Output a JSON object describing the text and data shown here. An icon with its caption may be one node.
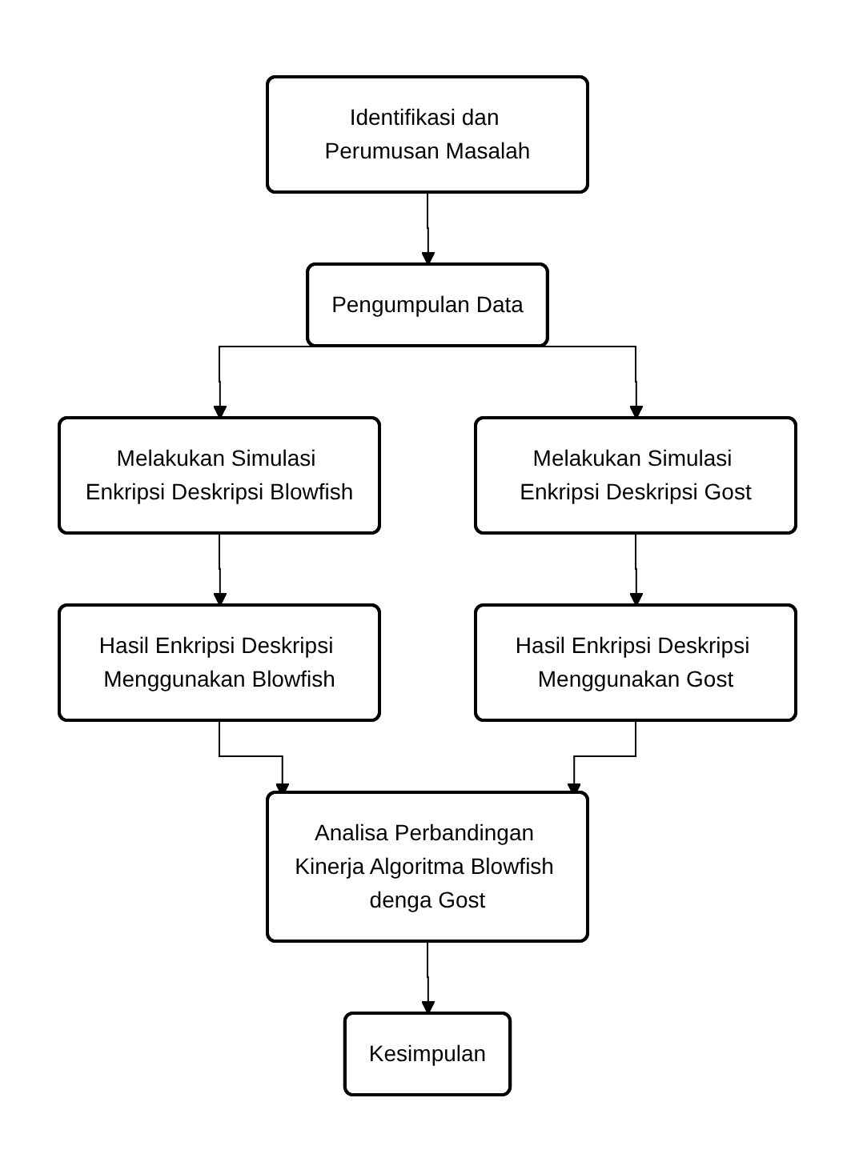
{
  "diagram": {
    "nodes": [
      {
        "text": [
          "Identifikasi dan Perumusan Masalah"
        ]
      },
      {
        "text": [
          "Pengumpulan Data"
        ]
      },
      {
        "text": [
          "Melakukan Simulasi Enkripsi Deskripsi Blowfish"
        ]
      },
      {
        "text": [
          "Melakukan Simulasi Enkripsi Deskripsi Gost"
        ]
      },
      {
        "text": [
          "Hasil Enkripsi Deskripsi Menggunakan Blowfish"
        ]
      },
      {
        "text": [
          "Hasil Enkripsi Deskripsi Menggunakan Gost"
        ]
      },
      {
        "text": [
          "Analisa Perbandingan Kinerja Algoritma Blowfish denga Gost"
        ]
      },
      {
        "text": [
          "Kesimpulan"
        ]
      }
    ],
    "edges": [
      {
        "from": 0,
        "to": 1,
        "arrow": "to"
      },
      {
        "from": 1,
        "to": 2,
        "arrow": "to"
      },
      {
        "from": 1,
        "to": 3,
        "arrow": "to"
      },
      {
        "from": 2,
        "to": 4,
        "arrow": "to"
      },
      {
        "from": 3,
        "to": 5,
        "arrow": "to"
      },
      {
        "from": 4,
        "to": 6,
        "arrow": "to"
      },
      {
        "from": 5,
        "to": 6,
        "arrow": "to"
      },
      {
        "from": 6,
        "to": 7,
        "arrow": "to"
      }
    ]
  }
}
